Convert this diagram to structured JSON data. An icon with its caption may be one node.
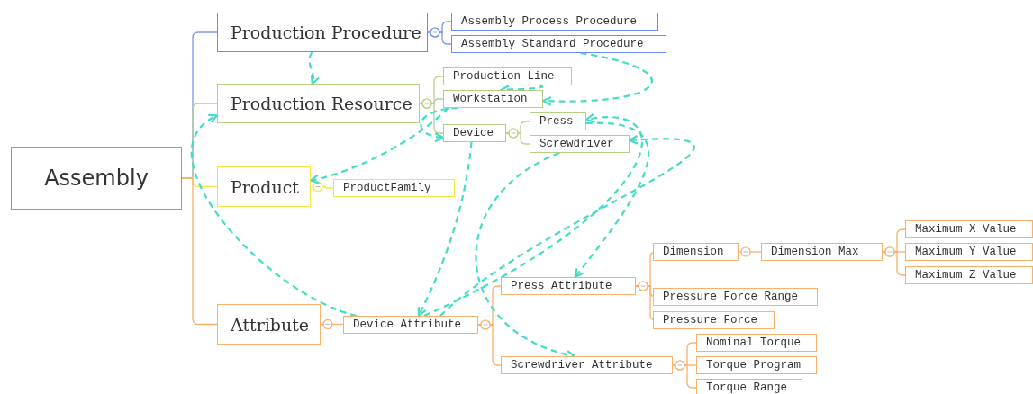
{
  "diagram": {
    "nodes": [
      {
        "text": [
          "Assembly"
        ]
      },
      {
        "text": [
          "Production Procedure"
        ]
      },
      {
        "text": [
          "Assembly Process Procedure"
        ]
      },
      {
        "text": [
          "Assembly Standard Procedure"
        ]
      },
      {
        "text": [
          "Production Resource"
        ]
      },
      {
        "text": [
          "Production Line"
        ]
      },
      {
        "text": [
          "Workstation"
        ]
      },
      {
        "text": [
          "Device"
        ]
      },
      {
        "text": [
          "Press"
        ]
      },
      {
        "text": [
          "Screwdriver"
        ]
      },
      {
        "text": [
          "Product"
        ]
      },
      {
        "text": [
          "ProductFamily"
        ]
      },
      {
        "text": [
          "Attribute"
        ]
      },
      {
        "text": [
          "Device Attribute"
        ]
      },
      {
        "text": [
          "Press Attribute"
        ]
      },
      {
        "text": [
          "Dimension"
        ]
      },
      {
        "text": [
          "Dimension Max"
        ]
      },
      {
        "text": [
          "Maximum X Value"
        ]
      },
      {
        "text": [
          "Maximum Y Value"
        ]
      },
      {
        "text": [
          "Maximum Z Value"
        ]
      },
      {
        "text": [
          "Pressure Force Range"
        ]
      },
      {
        "text": [
          "Pressure Force"
        ]
      },
      {
        "text": [
          "Screwdriver Attribute"
        ]
      },
      {
        "text": [
          "Nominal Torque"
        ]
      },
      {
        "text": [
          "Torque Program"
        ]
      },
      {
        "text": [
          "Torque Range"
        ]
      }
    ],
    "edges": [
      {
        "from": 0,
        "to": 1,
        "arrow": "none",
        "color": "#7b96f2"
      },
      {
        "from": 0,
        "to": 4,
        "arrow": "none",
        "color": "#b9d08c"
      },
      {
        "from": 0,
        "to": 10,
        "arrow": "none",
        "color": "#f2e64c"
      },
      {
        "from": 0,
        "to": 12,
        "arrow": "none"
      },
      {
        "from": 1,
        "to": 2,
        "arrow": "other",
        "color": "#7b96f2"
      },
      {
        "from": 1,
        "to": 3,
        "arrow": "other",
        "color": "#7b96f2"
      },
      {
        "from": 4,
        "to": 5,
        "arrow": "other",
        "color": "#b9d08c"
      },
      {
        "from": 4,
        "to": 6,
        "arrow": "other",
        "color": "#b9d08c"
      },
      {
        "from": 4,
        "to": 7,
        "arrow": "other",
        "color": "#b9d08c"
      },
      {
        "from": 7,
        "to": 8,
        "arrow": "other",
        "color": "#b9d08c"
      },
      {
        "from": 7,
        "to": 9,
        "arrow": "other",
        "color": "#b9d08c"
      },
      {
        "from": 10,
        "to": 11,
        "arrow": "other",
        "color": "#f2e64c"
      },
      {
        "from": 12,
        "to": 13,
        "arrow": "other"
      },
      {
        "from": 13,
        "to": 14,
        "arrow": "other"
      },
      {
        "from": 13,
        "to": 22,
        "arrow": "other"
      },
      {
        "from": 14,
        "to": 15,
        "arrow": "other"
      },
      {
        "from": 14,
        "to": 20,
        "arrow": "other"
      },
      {
        "from": 14,
        "to": 21,
        "arrow": "other"
      },
      {
        "from": 15,
        "to": 16,
        "arrow": "other"
      },
      {
        "from": 16,
        "to": 17,
        "arrow": "other"
      },
      {
        "from": 16,
        "to": 18,
        "arrow": "other"
      },
      {
        "from": 16,
        "to": 19,
        "arrow": "other"
      },
      {
        "from": 22,
        "to": 23,
        "arrow": "other"
      },
      {
        "from": 22,
        "to": 24,
        "arrow": "other"
      },
      {
        "from": 22,
        "to": 25,
        "arrow": "other"
      },
      {
        "from": 1,
        "to": 4,
        "arrow": "to",
        "style": "dashed",
        "color": "#44dcc6"
      },
      {
        "from": 3,
        "to": 6,
        "arrow": "to",
        "style": "dashed",
        "color": "#44dcc6"
      },
      {
        "from": 5,
        "to": 6,
        "arrow": "to",
        "style": "dashed",
        "color": "#44dcc6"
      },
      {
        "from": 6,
        "to": 7,
        "arrow": "to",
        "style": "dashed",
        "color": "#44dcc6"
      },
      {
        "from": 6,
        "to": 10,
        "arrow": "to",
        "style": "dashed",
        "color": "#44dcc6"
      },
      {
        "from": 7,
        "to": 13,
        "arrow": "to",
        "style": "dashed",
        "color": "#44dcc6"
      },
      {
        "from": 8,
        "to": 14,
        "arrow": "to",
        "style": "dashed",
        "color": "#44dcc6"
      },
      {
        "from": 13,
        "to": 8,
        "arrow": "to",
        "style": "dashed",
        "color": "#44dcc6"
      },
      {
        "from": 13,
        "to": 9,
        "arrow": "to",
        "style": "dashed",
        "color": "#44dcc6"
      },
      {
        "from": 9,
        "to": 22,
        "arrow": "to",
        "style": "dashed",
        "color": "#44dcc6"
      },
      {
        "from": 13,
        "to": 4,
        "arrow": "to",
        "style": "dashed",
        "color": "#44dcc6"
      }
    ]
  }
}
